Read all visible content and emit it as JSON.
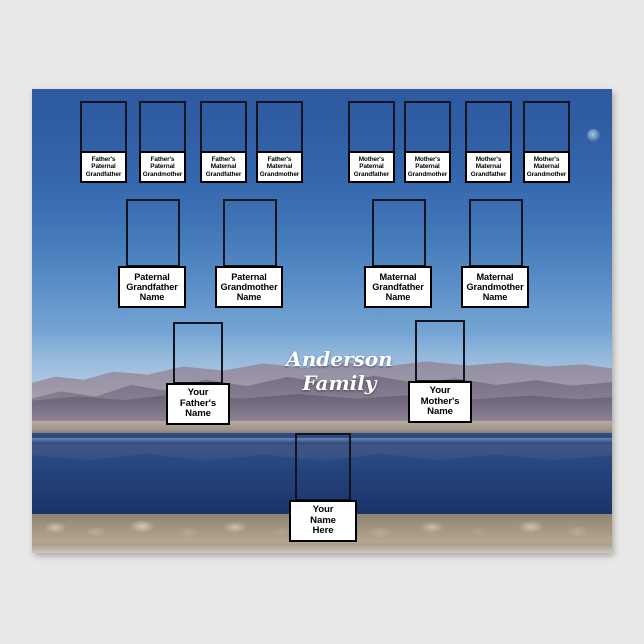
{
  "poster": {
    "title_line1": "Anderson",
    "title_line2": "Family",
    "background_image": "desert-lake-mountain-landscape",
    "colors": {
      "sky_top": "#2d5aa0",
      "sky_bottom": "#93bcdf",
      "lake": "#24427a",
      "mountain": "#7b7389",
      "brush": "#b4a791",
      "label_bg": "#ffffff",
      "label_border": "#000000",
      "frame_border": "#121420",
      "page_background": "#e8e8e6",
      "title_text": "#ffffff"
    }
  },
  "generations": {
    "great_grandparents": [
      {
        "id": "fathers-paternal-grandfather",
        "label": "Father's\nPaternal\nGrandfather"
      },
      {
        "id": "fathers-paternal-grandmother",
        "label": "Father's\nPaternal\nGrandmother"
      },
      {
        "id": "fathers-maternal-grandfather",
        "label": "Father's\nMaternal\nGrandfather"
      },
      {
        "id": "fathers-maternal-grandmother",
        "label": "Father's\nMaternal\nGrandmother"
      },
      {
        "id": "mothers-paternal-grandfather",
        "label": "Mother's\nPaternal\nGrandfather"
      },
      {
        "id": "mothers-paternal-grandmother",
        "label": "Mother's\nPaternal\nGrandmother"
      },
      {
        "id": "mothers-maternal-grandfather",
        "label": "Mother's\nMaternal\nGrandfather"
      },
      {
        "id": "mothers-maternal-grandmother",
        "label": "Mother's\nMaternal\nGrandmother"
      }
    ],
    "grandparents": [
      {
        "id": "paternal-grandfather",
        "label": "Paternal\nGrandfather\nName"
      },
      {
        "id": "paternal-grandmother",
        "label": "Paternal\nGrandmother\nName"
      },
      {
        "id": "maternal-grandfather",
        "label": "Maternal\nGrandfather\nName"
      },
      {
        "id": "maternal-grandmother",
        "label": "Maternal\nGrandmother\nName"
      }
    ],
    "parents": [
      {
        "id": "father",
        "label": "Your\nFather's\nName"
      },
      {
        "id": "mother",
        "label": "Your\nMother's\nName"
      }
    ],
    "self": [
      {
        "id": "self",
        "label": "Your\nName\nHere"
      }
    ]
  }
}
